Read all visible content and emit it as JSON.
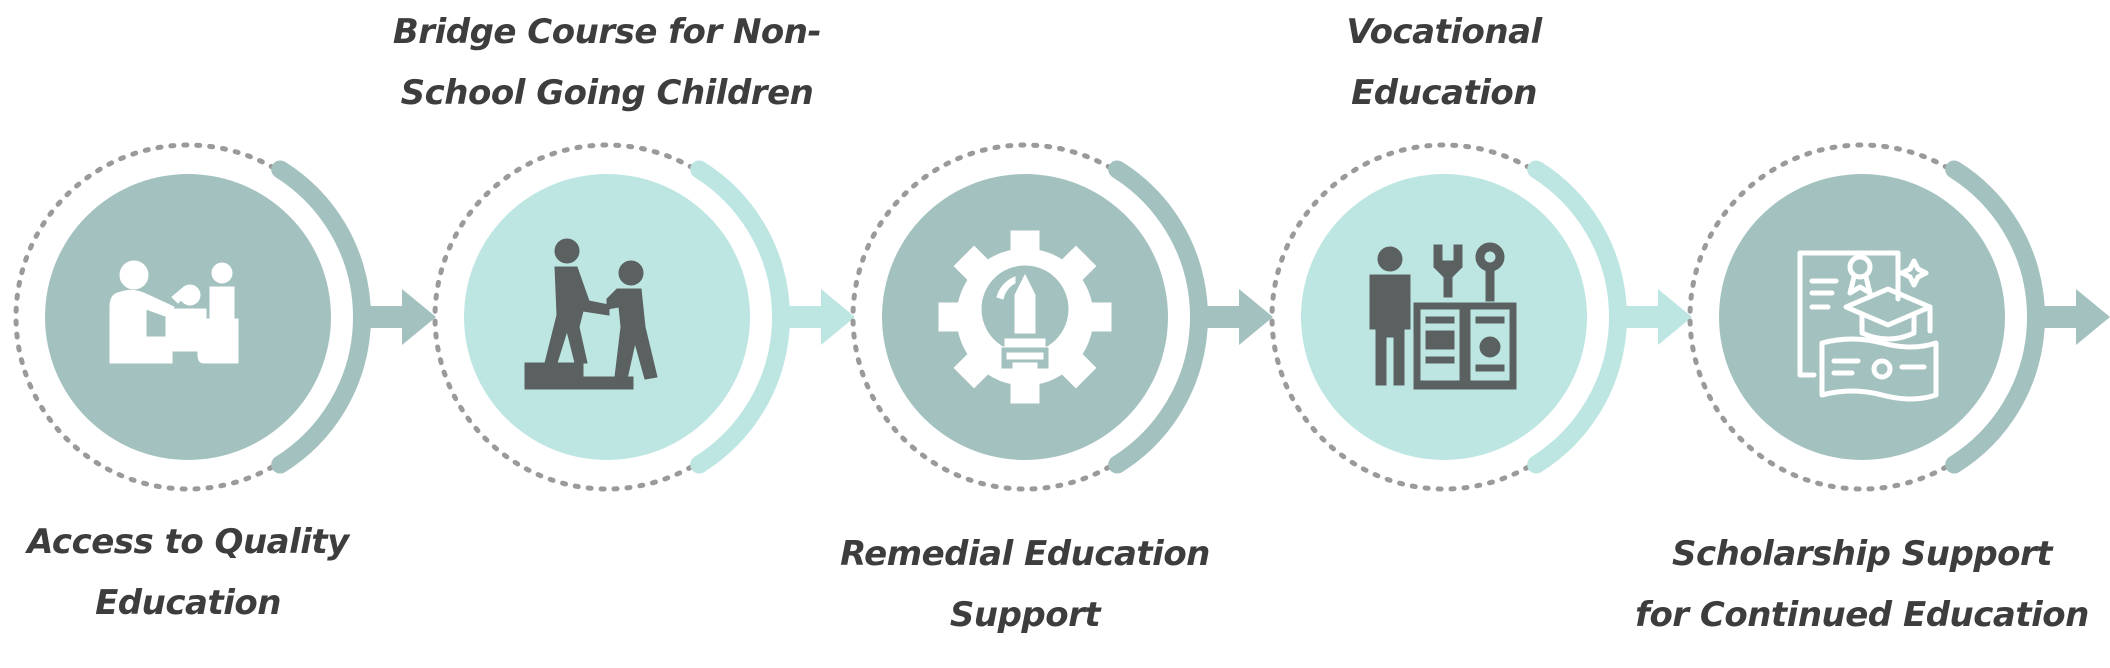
{
  "colors": {
    "circle_dark": "#a3c2bf",
    "circle_light": "#bde6e3",
    "icon_dark": "#5a6160",
    "icon_light": "#ffffff",
    "dotted_ring": "#9a9a9a",
    "label_text": "#3d3d3d",
    "background": "#ffffff"
  },
  "steps": [
    {
      "title_lines": [
        "Access to Quality",
        "Education"
      ],
      "label_position": "bottom",
      "fill": "circle_dark",
      "icon": "teacher-children-icon"
    },
    {
      "title_lines": [
        "Bridge Course for Non-",
        "School Going Children"
      ],
      "label_position": "top",
      "fill": "circle_light",
      "icon": "helping-climb-steps-icon"
    },
    {
      "title_lines": [
        "Remedial Education",
        "Support"
      ],
      "label_position": "bottom",
      "fill": "circle_dark",
      "icon": "lightbulb-gear-icon"
    },
    {
      "title_lines": [
        "Vocational",
        "Education"
      ],
      "label_position": "top",
      "fill": "circle_light",
      "icon": "worker-tools-book-icon"
    },
    {
      "title_lines": [
        "Scholarship Support",
        "for Continued Education"
      ],
      "label_position": "bottom",
      "fill": "circle_dark",
      "icon": "graduation-certificate-icon"
    }
  ]
}
